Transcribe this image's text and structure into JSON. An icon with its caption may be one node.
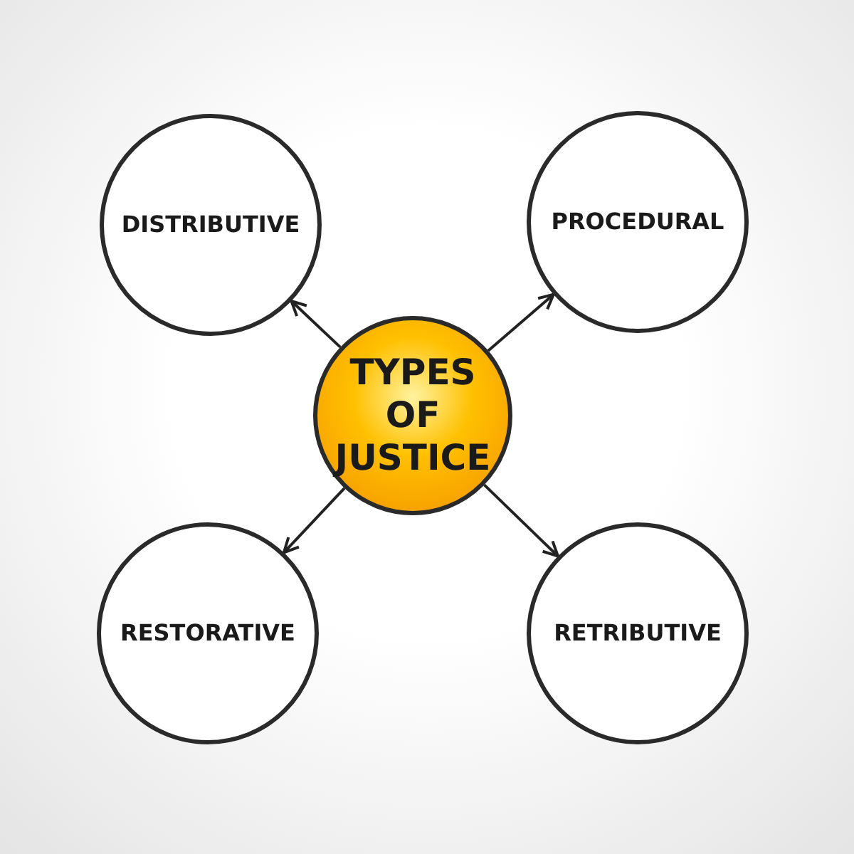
{
  "diagram": {
    "nodes": [
      {
        "text": [
          "DISTRIBUTIVE"
        ]
      },
      {
        "text": [
          "PROCEDURAL"
        ]
      },
      {
        "text": [
          "TYPES OF JUSTICE"
        ]
      },
      {
        "text": [
          "RESTORATIVE"
        ]
      },
      {
        "text": [
          "RETRIBUTIVE"
        ]
      }
    ],
    "edges": [
      {
        "from": 2,
        "to": 0,
        "arrow": "to"
      },
      {
        "from": 2,
        "to": 1,
        "arrow": "to"
      },
      {
        "from": 2,
        "to": 3,
        "arrow": "to"
      },
      {
        "from": 2,
        "to": 4,
        "arrow": "to"
      }
    ]
  }
}
